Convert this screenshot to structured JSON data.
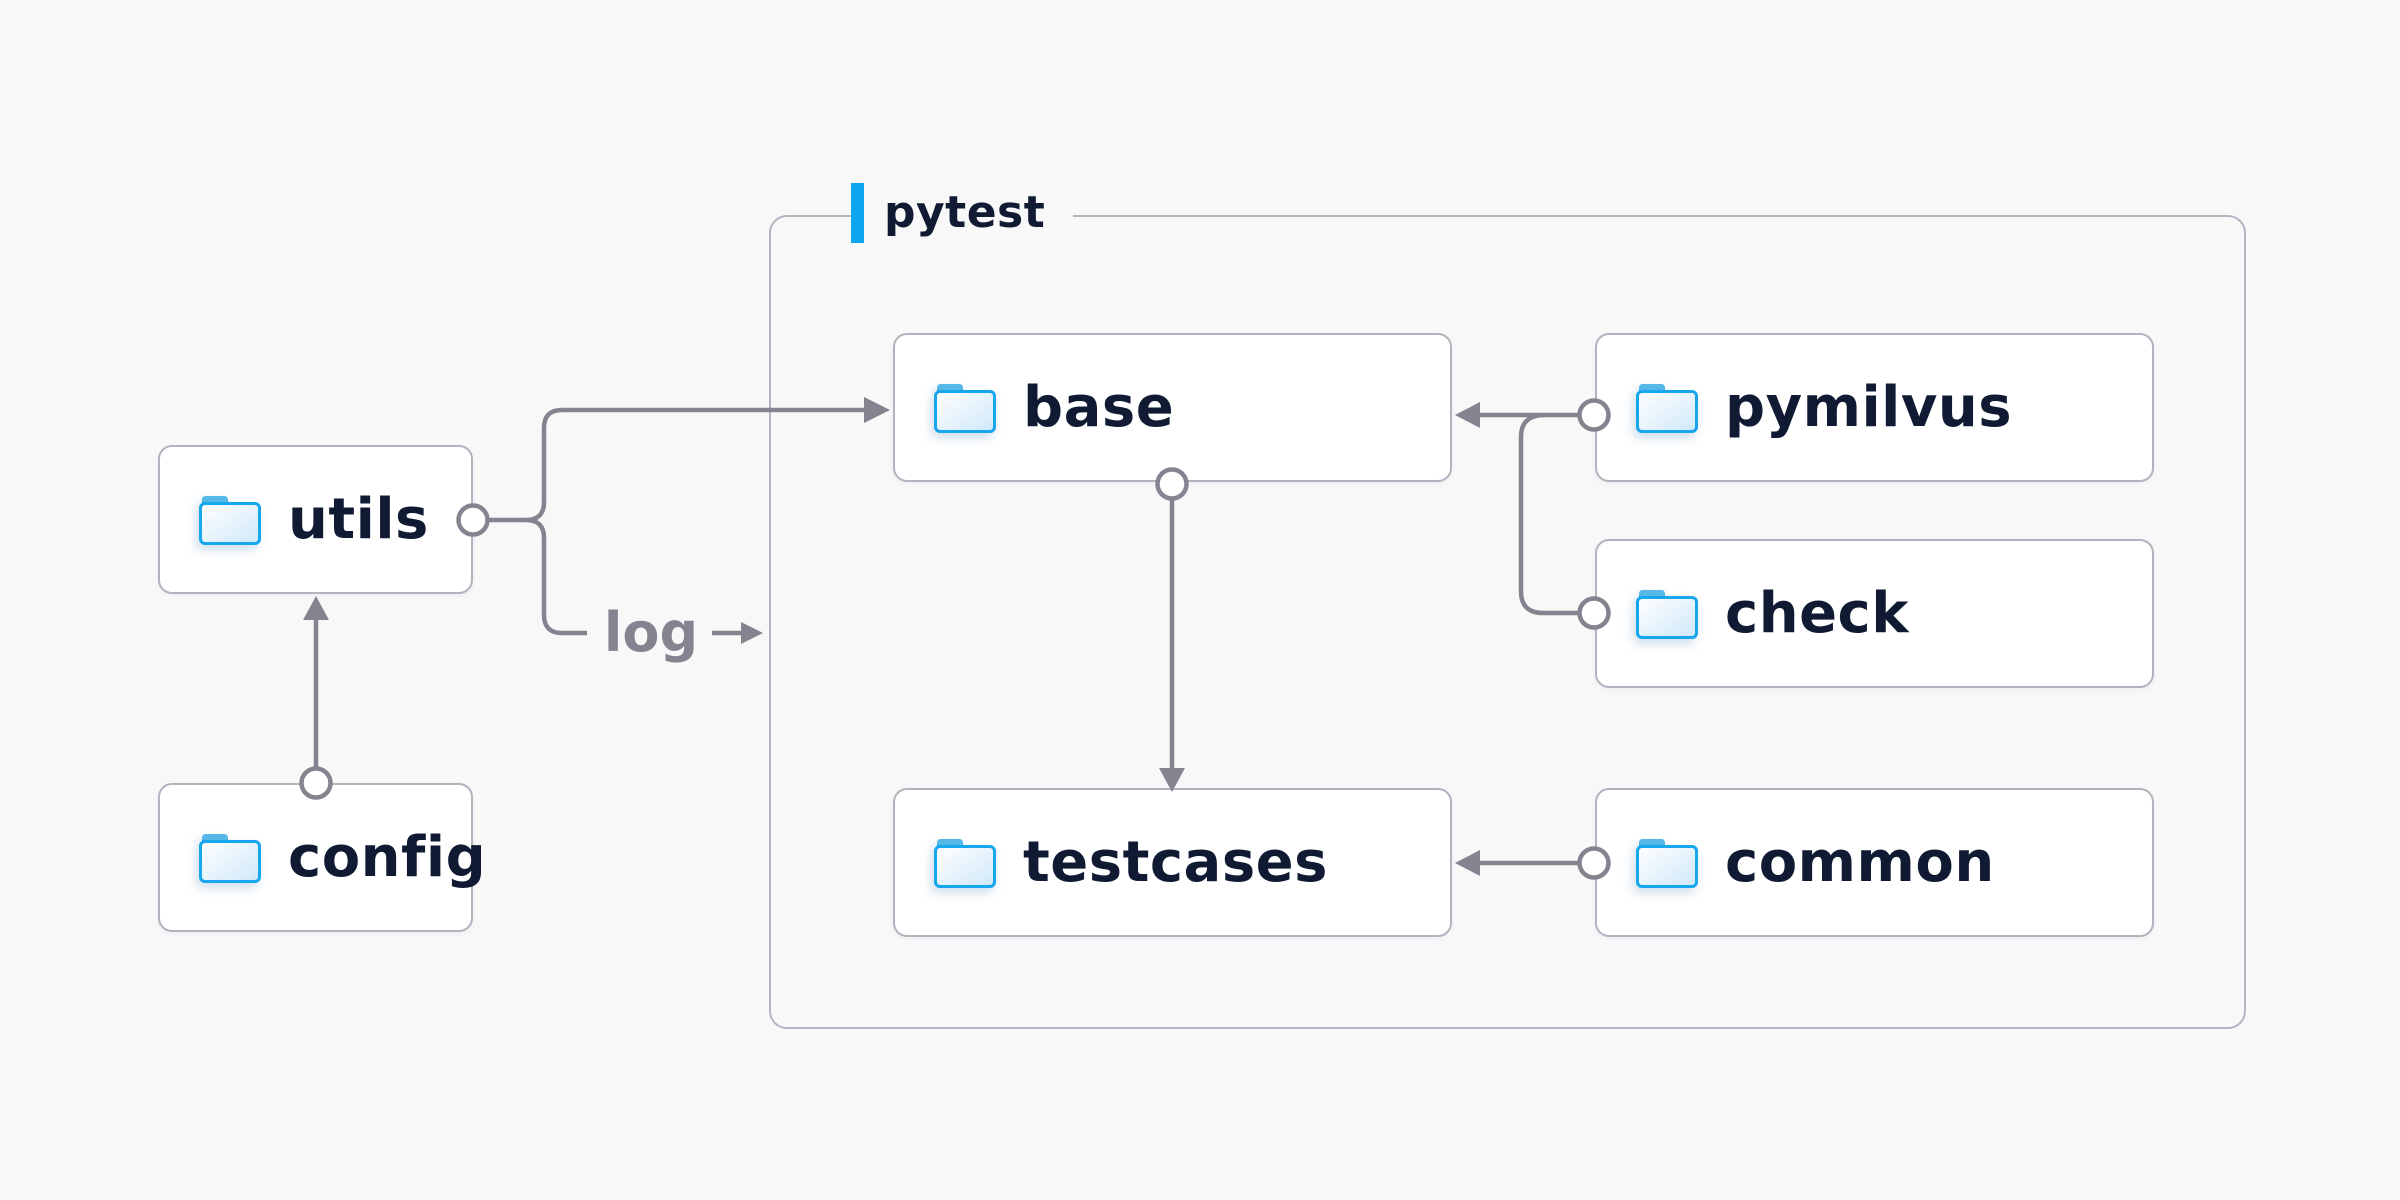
{
  "canvas": {
    "background": "#f8f8f9"
  },
  "group": {
    "label": "pytest",
    "accent_color": "#0ba6ee"
  },
  "nodes": {
    "utils": {
      "label": "utils"
    },
    "config": {
      "label": "config"
    },
    "base": {
      "label": "base"
    },
    "pymilvus": {
      "label": "pymilvus"
    },
    "check": {
      "label": "check"
    },
    "testcases": {
      "label": "testcases"
    },
    "common": {
      "label": "common"
    }
  },
  "edge_labels": {
    "log": "log"
  },
  "edges": [
    {
      "from": "config",
      "to": "utils",
      "style": "arrow"
    },
    {
      "from": "utils",
      "to": "base",
      "style": "arrow"
    },
    {
      "from": "utils",
      "to": "log",
      "style": "labeled-arrow"
    },
    {
      "from": "base",
      "to": "testcases",
      "style": "arrow"
    },
    {
      "from": "pymilvus",
      "to": "base",
      "style": "arrow"
    },
    {
      "from": "check",
      "to": "base",
      "style": "arrow"
    },
    {
      "from": "common",
      "to": "testcases",
      "style": "arrow"
    }
  ],
  "colors": {
    "line": "#83848f",
    "box_border": "#b2b3bf",
    "group_border": "#b5b4c3",
    "text": "#101b33",
    "muted_text": "#83848f",
    "folder_stroke": "#16a7ee",
    "folder_tab": "#2fa3d9",
    "accent": "#0ba6ee",
    "box_fill": "#ffffff"
  }
}
